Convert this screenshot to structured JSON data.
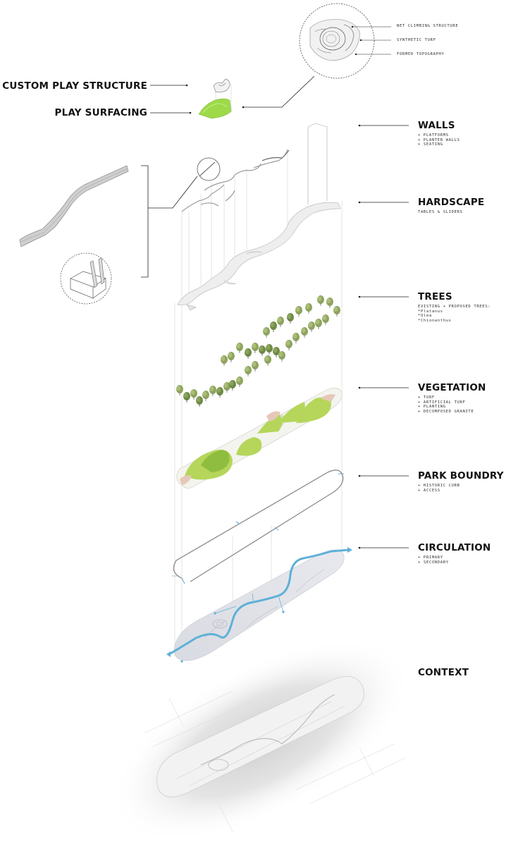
{
  "labels": {
    "custom_play_structure": "CUSTOM PLAY STRUCTURE",
    "play_surfacing": "PLAY SURFACING",
    "walls": "WALLS",
    "hardscape": "HARDSCAPE",
    "trees": "TREES",
    "vegetation": "VEGETATION",
    "park_boundry": "PARK BOUNDRY",
    "circulation": "CIRCULATION",
    "context": "CONTEXT"
  },
  "callouts": [
    "NET CLIMBING STRUCTURE",
    "SYNTHETIC TURF",
    "FORMED TOPOGRAPHY"
  ],
  "walls_items": [
    "+ PLATFORMS",
    "+ PLANTER WALLS",
    "+ SEATING"
  ],
  "hardscape_items": [
    "TABLES & SLIDERS"
  ],
  "trees_items": [
    "EXISTING + PROPOSED TREES:",
    "*Platanus",
    "*Olea",
    "*Chionanthus"
  ],
  "vegetation_items": [
    "+ TURF",
    "+ ARTIFICIAL TURF",
    "+ PLANTING",
    "+ DECOMPOSED GRANITE"
  ],
  "park_boundry_items": [
    "+ HISTORIC CURB",
    "+ ACCESS"
  ],
  "circulation_items": [
    "+ PRIMARY",
    "+ SECONDARY"
  ],
  "colors": {
    "turf": "#b5d65a",
    "turf_dark": "#8fbd3f",
    "play_green": "#9ed94a",
    "path_blue": "#5fb0d8",
    "tree": "#7f9a52",
    "line": "#222222",
    "thin": "#aaaaaa"
  }
}
